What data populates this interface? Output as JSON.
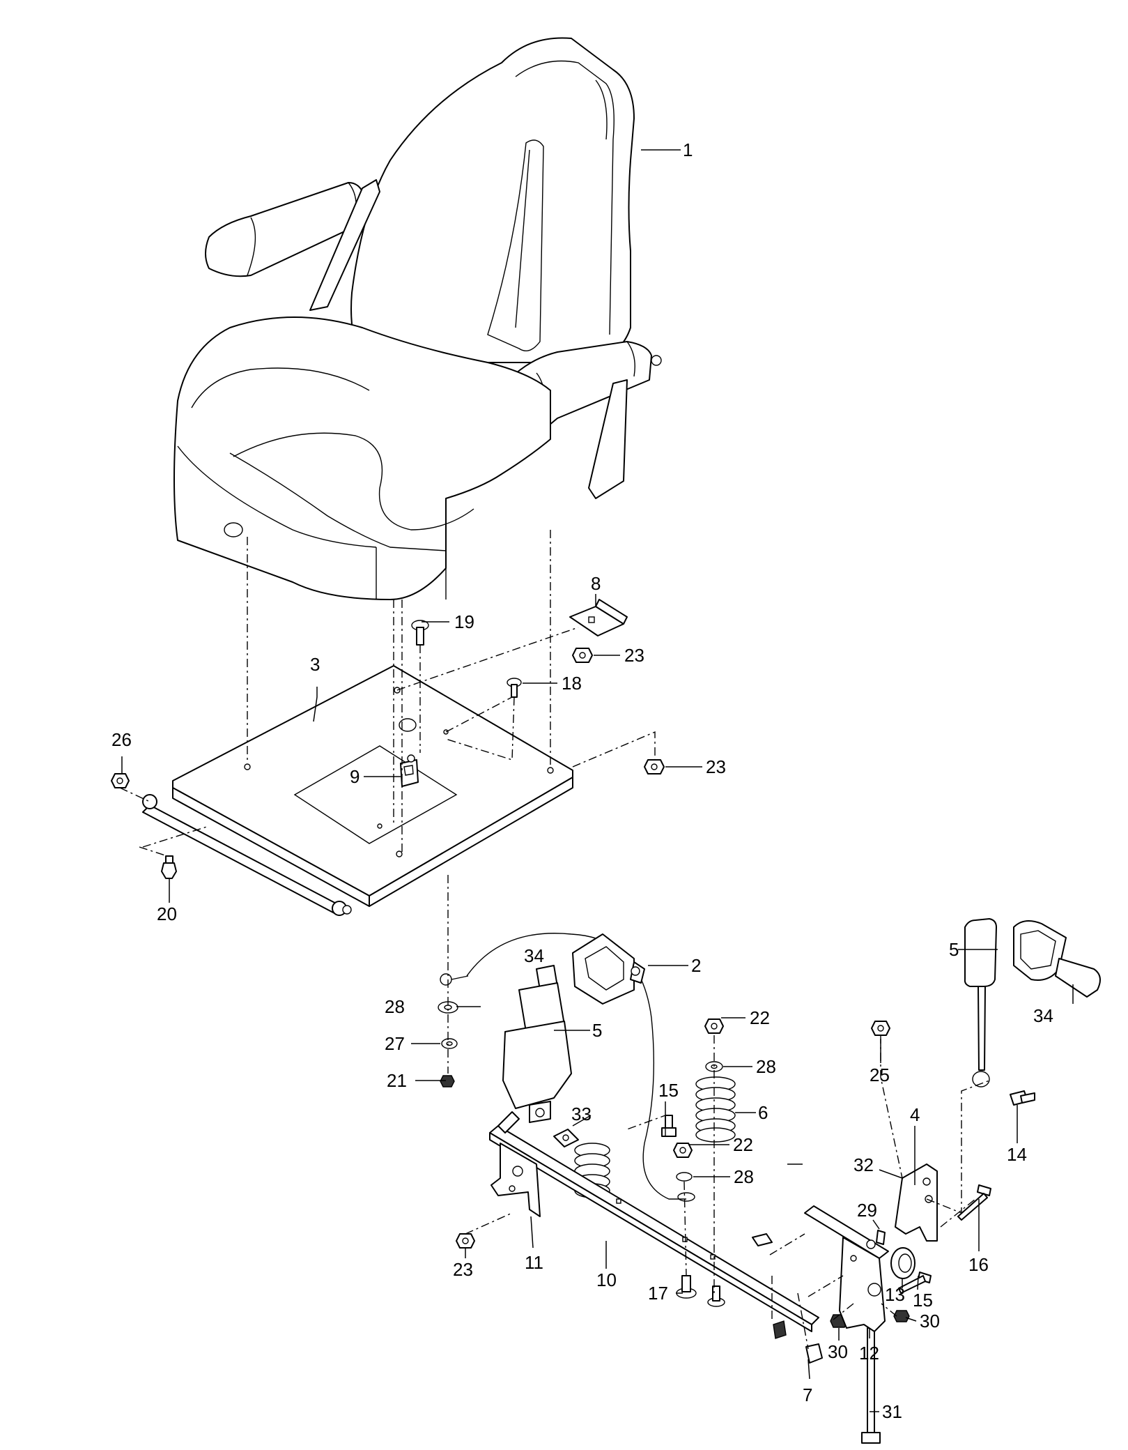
{
  "callouts": {
    "c1": "1",
    "c2": "2",
    "c3": "3",
    "c4": "4",
    "c5a": "5",
    "c5b": "5",
    "c6": "6",
    "c7": "7",
    "c8": "8",
    "c9": "9",
    "c10": "10",
    "c11": "11",
    "c12": "12",
    "c13": "13",
    "c14": "14",
    "c15a": "15",
    "c15b": "15",
    "c16": "16",
    "c17": "17",
    "c18": "18",
    "c19": "19",
    "c20": "20",
    "c21": "21",
    "c22a": "22",
    "c22b": "22",
    "c23a": "23",
    "c23b": "23",
    "c23c": "23",
    "c25": "25",
    "c26": "26",
    "c27": "27",
    "c28a": "28",
    "c28b": "28",
    "c28c": "28",
    "c29": "29",
    "c30a": "30",
    "c30b": "30",
    "c31": "31",
    "c32": "32",
    "c33": "33",
    "c34a": "34",
    "c34b": "34"
  }
}
